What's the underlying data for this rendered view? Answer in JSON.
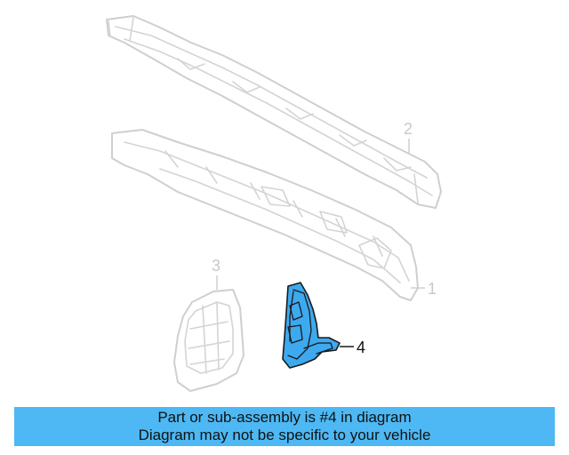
{
  "diagram": {
    "callouts": [
      {
        "number": "1",
        "highlighted": false
      },
      {
        "number": "2",
        "highlighted": false
      },
      {
        "number": "3",
        "highlighted": false
      },
      {
        "number": "4",
        "highlighted": true
      }
    ],
    "highlight_color": "#3da9ef",
    "ghost_color": "#cfcfcf"
  },
  "banner": {
    "line1": "Part or sub-assembly is #4 in diagram",
    "line2": "Diagram may not be specific to your vehicle",
    "background": "#4db8f3"
  }
}
